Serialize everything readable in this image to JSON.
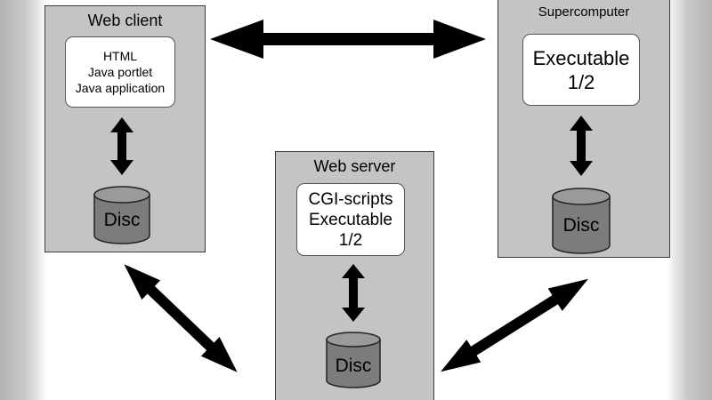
{
  "nodes": {
    "web_client": {
      "title": "Web client",
      "box_lines": [
        "HTML",
        "Java portlet",
        "Java application"
      ],
      "disc_label": "Disc"
    },
    "supercomputer": {
      "title": "Supercomputer",
      "box_lines": [
        "Executable",
        "1/2"
      ],
      "disc_label": "Disc"
    },
    "web_server": {
      "title": "Web server",
      "box_lines": [
        "CGI-scripts",
        "Executable",
        "1/2"
      ],
      "disc_label": "Disc"
    }
  },
  "connections": [
    {
      "from": "web_client",
      "to": "supercomputer",
      "direction": "bidirectional"
    },
    {
      "from": "web_client",
      "to": "web_server",
      "direction": "bidirectional"
    },
    {
      "from": "supercomputer",
      "to": "web_server",
      "direction": "bidirectional"
    }
  ],
  "colors": {
    "node_fill": "#c4c4c4",
    "disc_fill": "#7c7c7c",
    "arrow": "#000000",
    "box_fill": "#ffffff"
  }
}
